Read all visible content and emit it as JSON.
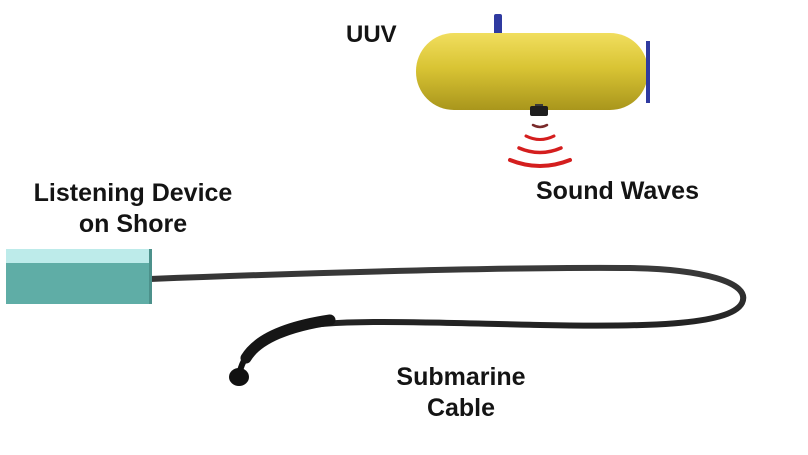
{
  "labels": {
    "uuv": "UUV",
    "sound_waves": "Sound Waves",
    "listening_device": [
      "Listening Device",
      "on Shore"
    ],
    "submarine_cable": [
      "Submarine",
      "Cable"
    ]
  },
  "colors": {
    "uuv_body": "#d9c434",
    "uuv_fin": "#2f3aa0",
    "sensor": "#1e1e1e",
    "sound_wave": "#d41e1e",
    "device_side": "#5fada6",
    "device_top": "#bdebea",
    "cable": "#161616"
  }
}
